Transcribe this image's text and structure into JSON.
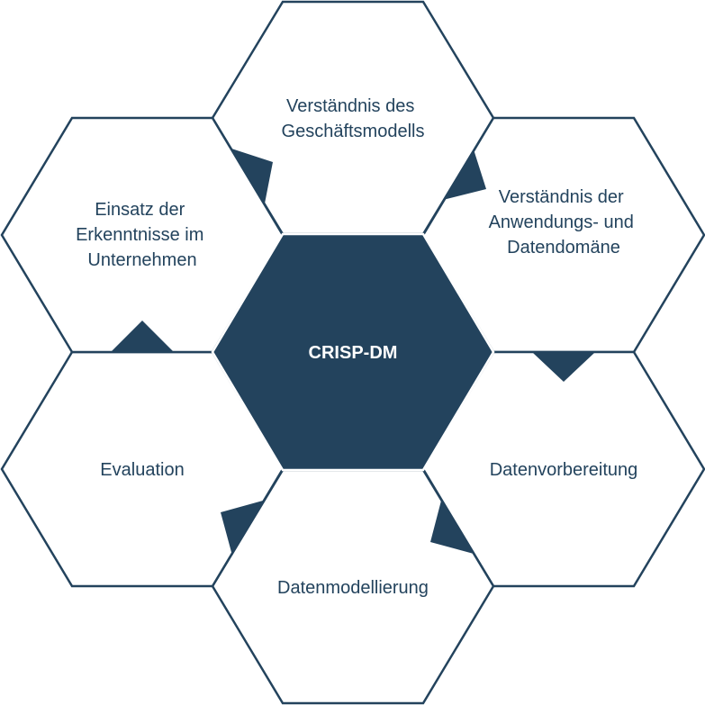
{
  "colors": {
    "primary": "#23435d",
    "background": "#ffffff"
  },
  "center": {
    "label": "CRISP-DM"
  },
  "phases": [
    {
      "id": "business-understanding",
      "lines": [
        "Verständnis des",
        "Geschäftsmodells"
      ]
    },
    {
      "id": "data-understanding",
      "lines": [
        "Verständnis der",
        "Anwendungs- und",
        "Datendomäne"
      ]
    },
    {
      "id": "data-preparation",
      "lines": [
        "Datenvorbereitung"
      ]
    },
    {
      "id": "modeling",
      "lines": [
        "Datenmodellierung"
      ]
    },
    {
      "id": "evaluation",
      "lines": [
        "Evaluation"
      ]
    },
    {
      "id": "deployment",
      "lines": [
        "Einsatz der",
        "Erkenntnisse im",
        "Unternehmen"
      ]
    }
  ]
}
